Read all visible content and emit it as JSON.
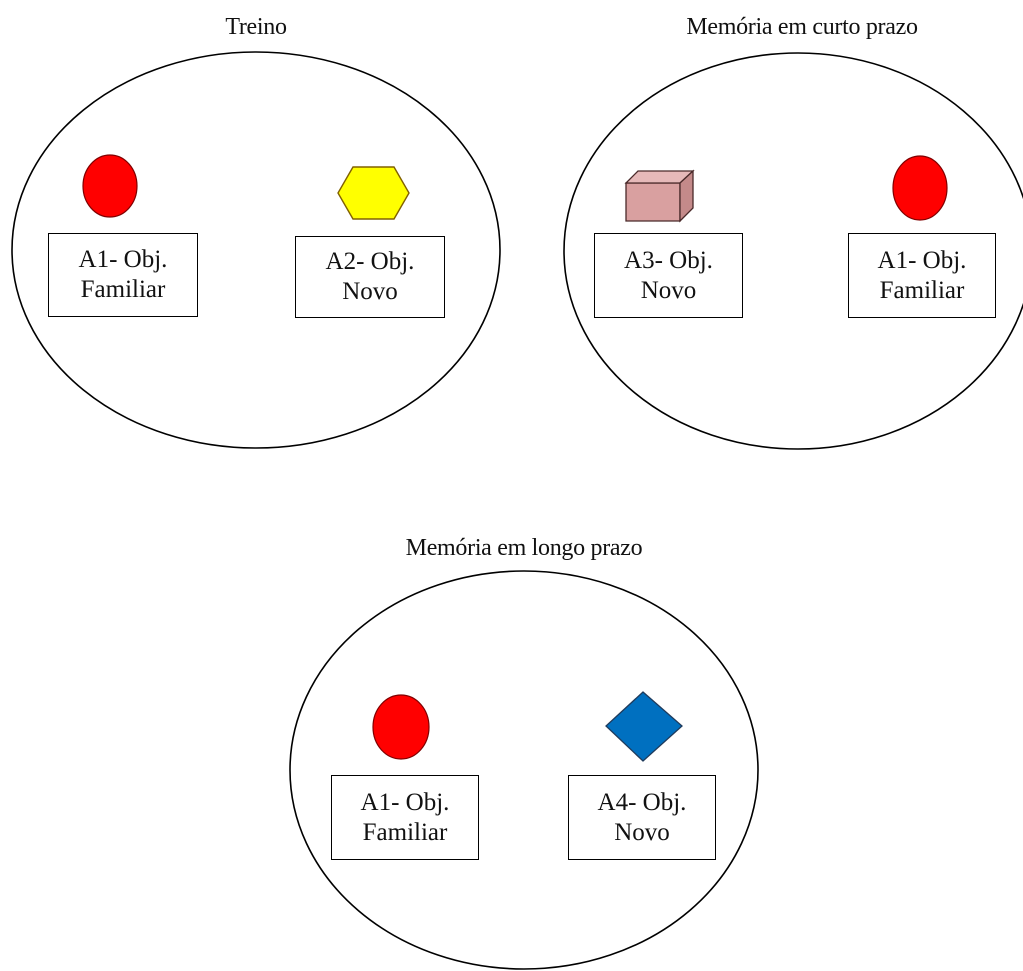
{
  "arenas": [
    {
      "title": "Treino",
      "objects": [
        {
          "shape": "circle",
          "color": "#ff0000",
          "code": "A1- Obj.",
          "kind": "Familiar"
        },
        {
          "shape": "hexagon",
          "color": "#ffff00",
          "code": "A2- Obj.",
          "kind": "Novo"
        }
      ]
    },
    {
      "title": "Memória em curto prazo",
      "objects": [
        {
          "shape": "cube",
          "color": "#d9a0a0",
          "code": "A3- Obj.",
          "kind": "Novo"
        },
        {
          "shape": "circle",
          "color": "#ff0000",
          "code": "A1- Obj.",
          "kind": "Familiar"
        }
      ]
    },
    {
      "title": "Memória em longo prazo",
      "objects": [
        {
          "shape": "circle",
          "color": "#ff0000",
          "code": "A1- Obj.",
          "kind": "Familiar"
        },
        {
          "shape": "diamond",
          "color": "#0070c0",
          "code": "A4- Obj.",
          "kind": "Novo"
        }
      ]
    }
  ]
}
